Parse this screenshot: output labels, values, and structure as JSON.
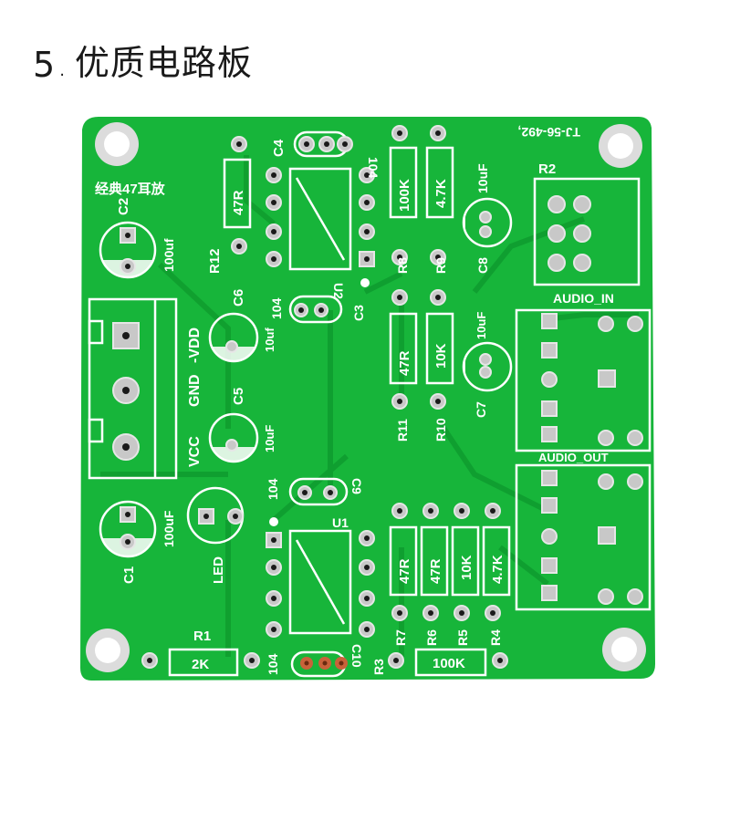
{
  "heading": {
    "number": "5",
    "dot": ".",
    "title": "优质电路板"
  },
  "colors": {
    "board": "#17b53a",
    "trace": "#0f9d2f",
    "silkscreen": "#ffffff",
    "pad": "#c8c8c8",
    "hole": "#1a1a1a",
    "copper": "#c9623a"
  },
  "board": {
    "top_title": "经典47耳放",
    "version": "TJ-56-492,",
    "labels": {
      "c1": "C1",
      "c2": "C2",
      "c3": "C3",
      "c4": "C4",
      "c5": "C5",
      "c6": "C6",
      "c7": "C7",
      "c8": "C8",
      "c9": "C9",
      "c10": "C10",
      "r1": "R1",
      "r2": "R2",
      "r3": "R3",
      "r4": "R4",
      "r5": "R5",
      "r6": "R6",
      "r7": "R7",
      "r8": "R8",
      "r9": "R9",
      "r10": "R10",
      "r11": "R11",
      "r12": "R12",
      "u1": "U1",
      "u2": "U2",
      "led": "LED",
      "vcc": "VCC",
      "gnd": "GND",
      "vdd": "-VDD",
      "audio_in": "AUDIO_IN",
      "audio_out": "AUDIO_OUT"
    },
    "values": {
      "cap_104": "104",
      "cap_100uf": "100uf",
      "cap_100uf_b": "100uF",
      "cap_10uf": "10uF",
      "cap_10uf_b": "10uf",
      "r_47r": "47R",
      "r_100k": "100K",
      "r_4_7k": "4.7K",
      "r_10k": "10K",
      "r_2k": "2K"
    }
  }
}
